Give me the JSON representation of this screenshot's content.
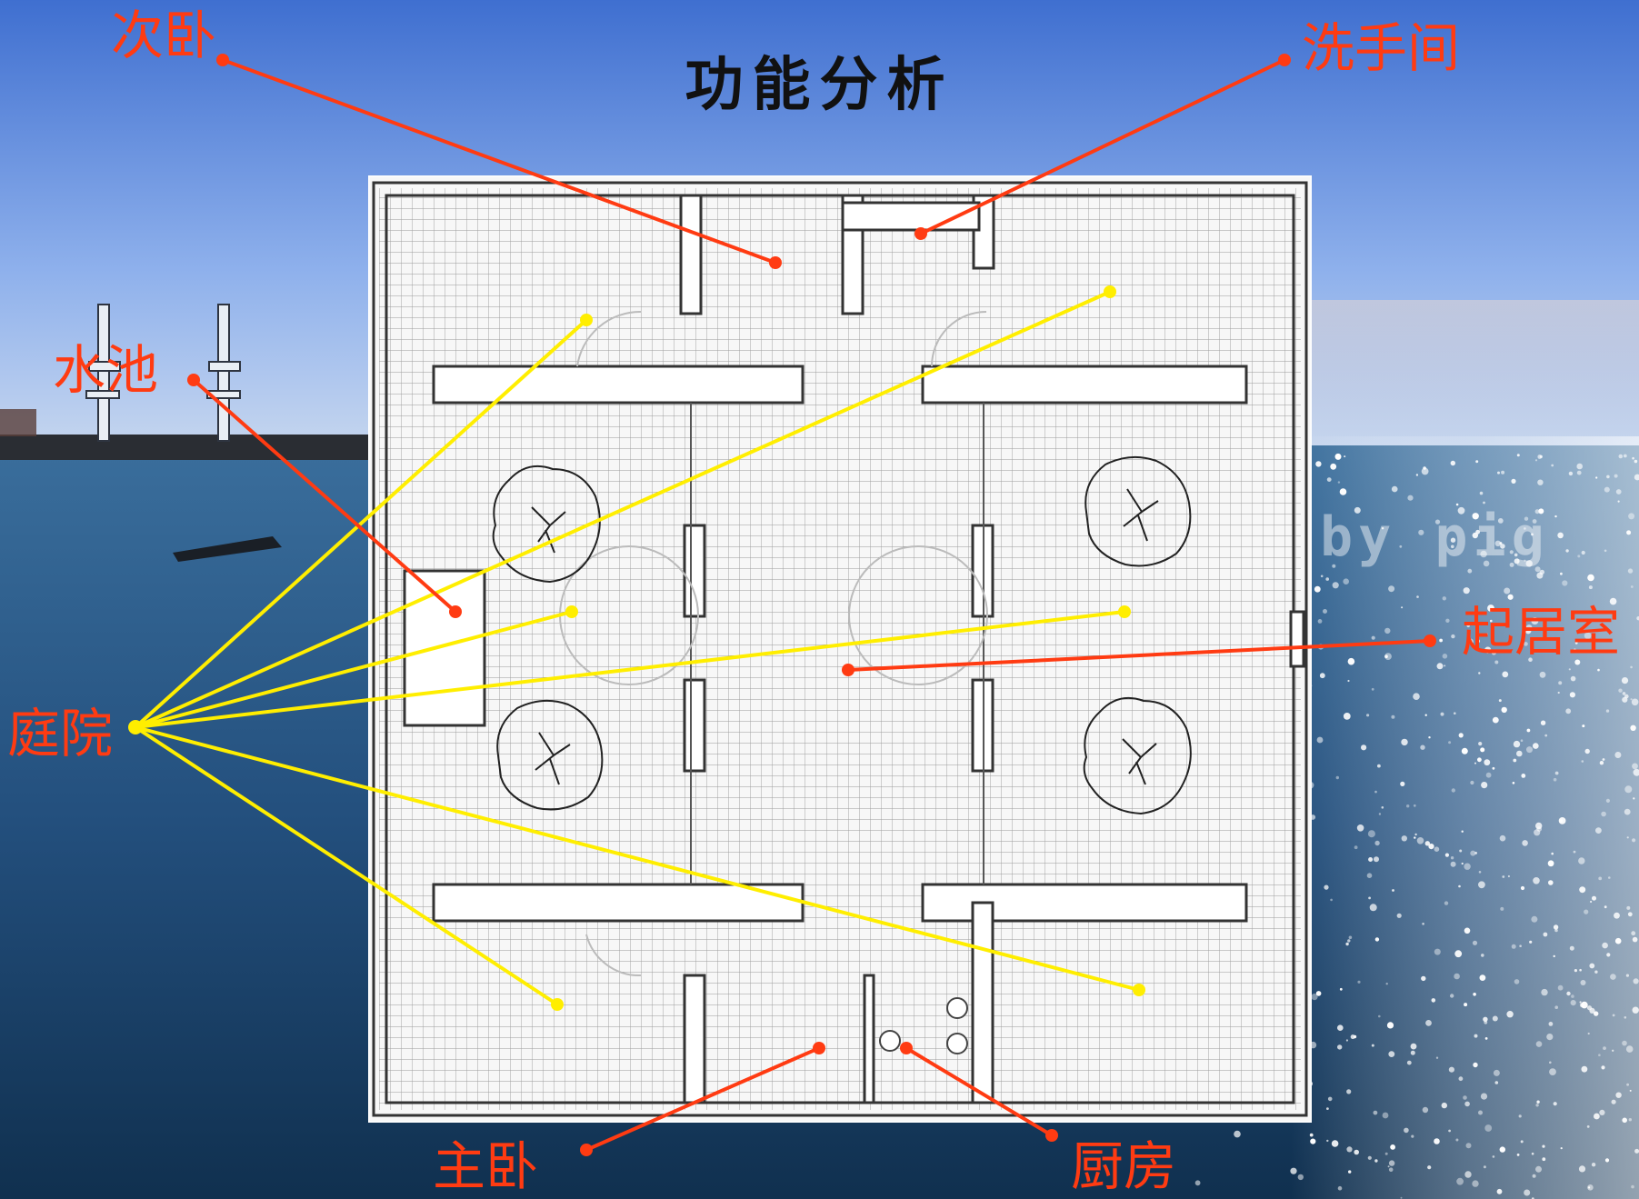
{
  "title": "功能分析",
  "watermark": "by pig",
  "colors": {
    "accent_red": "#ff3b12",
    "accent_yellow": "#ffee00",
    "label_red": "#ff3b12"
  },
  "labels": {
    "secondary_bedroom": "次卧",
    "bathroom": "洗手间",
    "pool": "水池",
    "living_room": "起居室",
    "courtyard": "庭院",
    "master_bedroom": "主卧",
    "kitchen": "厨房"
  }
}
